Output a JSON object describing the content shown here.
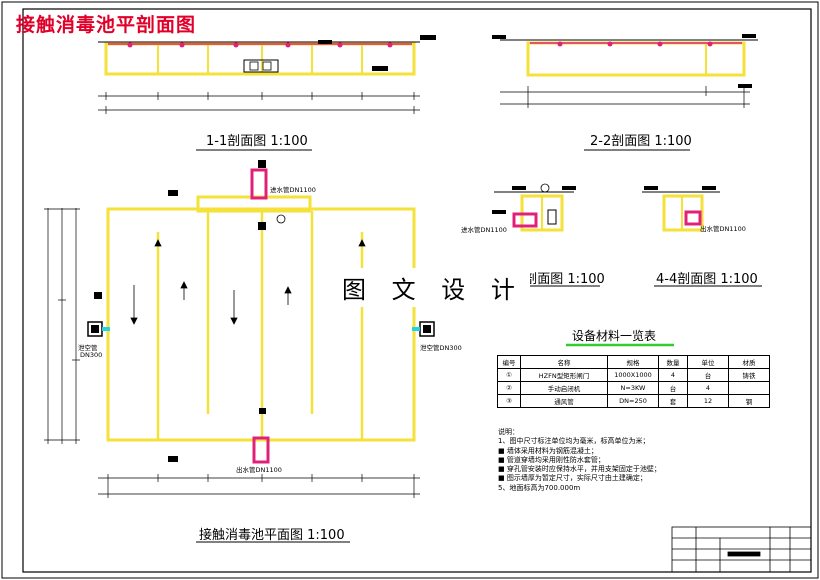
{
  "drawing_title": "接触消毒池平剖面图",
  "watermark": "图 文 设 计",
  "views": {
    "section_1_1": "1-1剖面图 1:100",
    "section_2_2": "2-2剖面图 1:100",
    "section_3_3": "3-3剖面图 1:100",
    "section_4_4": "4-4剖面图 1:100",
    "plan": "接触消毒池平面图 1:100"
  },
  "pipe_labels": {
    "inlet_top": "进水管DN1100",
    "inlet_3_3": "进水管DN1100",
    "outlet_4_4": "出水管DN1100",
    "outlet_bottom": "出水管DN1100",
    "drain_left": "泄空管",
    "drain_left_size": "DN300",
    "drain_right": "泄空管DN300"
  },
  "equipment": {
    "title": "设备材料一览表",
    "headers": [
      "编号",
      "名称",
      "规格",
      "数量",
      "单位",
      "材质"
    ],
    "rows": [
      [
        "①",
        "HZFN型矩形闸门",
        "1000X1000",
        "4",
        "台",
        "铸铁"
      ],
      [
        "②",
        "手动启闭机",
        "N=3KW",
        "台",
        "4",
        ""
      ],
      [
        "③",
        "通风管",
        "DN=250",
        "套",
        "12",
        "钢"
      ]
    ]
  },
  "notes": {
    "heading": "说明：",
    "lines": [
      "1、图中尺寸标注单位均为毫米，标高单位为米；",
      "■ 墙体采用材料为钢筋混凝土；",
      "■ 管道穿墙均采用刚性防水套管；",
      "■ 穿孔管安装时应保持水平，并用支架固定于池壁；",
      "■ 图示墙厚为暂定尺寸，实际尺寸由土建确定；",
      "5、地面标高为700.000m"
    ]
  },
  "colors": {
    "wall": "#f4e23a",
    "pipe": "#e0207a",
    "valve": "#2ad0e0",
    "title": "#e0002a",
    "underline": "#33cc33"
  }
}
